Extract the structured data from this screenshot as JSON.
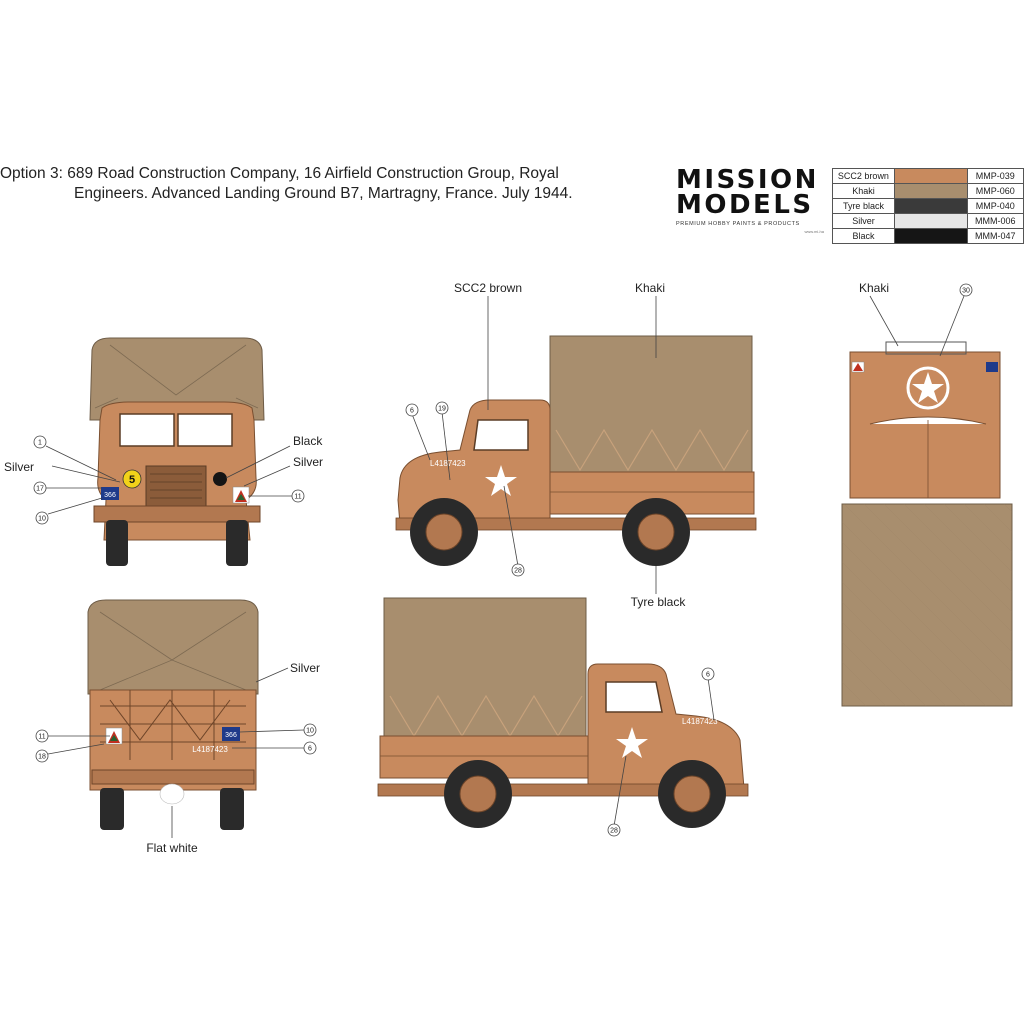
{
  "caption": {
    "line1": "Option 3: 689 Road Construction Company, 16 Airfield Construction Group, Royal",
    "line2": "Engineers. Advanced Landing Ground B7, Martragny, France. July 1944."
  },
  "logo": {
    "word1": "MISSION",
    "word2": "MODELS",
    "tagline": "PREMIUM HOBBY PAINTS & PRODUCTS",
    "small": "www.mi-ha"
  },
  "palette": [
    {
      "name": "SCC2 brown",
      "code": "MMP-039",
      "color": "#c88a5e"
    },
    {
      "name": "Khaki",
      "code": "MMP-060",
      "color": "#a88e6e"
    },
    {
      "name": "Tyre black",
      "code": "MMP-040",
      "color": "#3a3a3a"
    },
    {
      "name": "Silver",
      "code": "MMM-006",
      "color": "#e6e6e6"
    },
    {
      "name": "Black",
      "code": "MMM-047",
      "color": "#151515"
    }
  ],
  "labels": {
    "scc2": "SCC2 brown",
    "khaki_side": "Khaki",
    "khaki_top": "Khaki",
    "tyre": "Tyre black",
    "black": "Black",
    "silver_front_left": "Silver",
    "silver_front_right": "Silver",
    "silver_rear": "Silver",
    "flat_white": "Flat white"
  },
  "markings": {
    "reg": "L4187423",
    "front_bridge": "5",
    "unit_code": "366"
  },
  "callouts": [
    "1",
    "17",
    "10",
    "11",
    "6",
    "19",
    "28",
    "30",
    "11",
    "18",
    "10",
    "6",
    "6",
    "28"
  ]
}
